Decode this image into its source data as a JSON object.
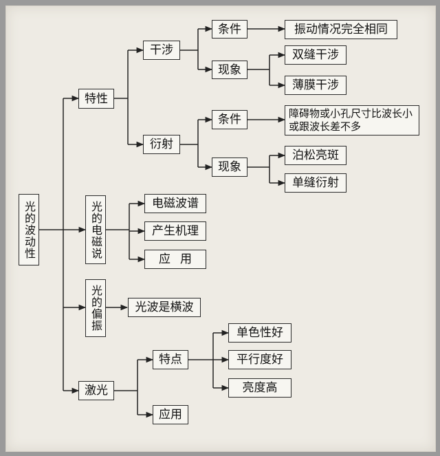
{
  "diagram": {
    "root": "光的波动性",
    "characteristics": {
      "label": "特性",
      "interference": {
        "label": "干涉",
        "condition": "条件",
        "condition_detail": "振动情况完全相同",
        "phenomenon": "现象",
        "phenomenon_items": [
          "双缝干涉",
          "薄膜干涉"
        ]
      },
      "diffraction": {
        "label": "衍射",
        "condition": "条件",
        "condition_detail": "障碍物或小孔尺寸比波长小或跟波长差不多",
        "phenomenon": "现象",
        "phenomenon_items": [
          "泊松亮斑",
          "单缝衍射"
        ]
      }
    },
    "electromagnetic": {
      "label": "光的电磁说",
      "items": [
        "电磁波谱",
        "产生机理",
        "应用"
      ]
    },
    "polarization": {
      "label": "光的偏振",
      "item": "光波是横波"
    },
    "laser": {
      "label": "激光",
      "features": {
        "label": "特点",
        "items": [
          "单色性好",
          "平行度好",
          "亮度高"
        ]
      },
      "application": "应用"
    }
  },
  "colors": {
    "paper": "#eeebe4",
    "box": "#f7f6f1",
    "line": "#222222",
    "frame": "#9a9a9a"
  }
}
